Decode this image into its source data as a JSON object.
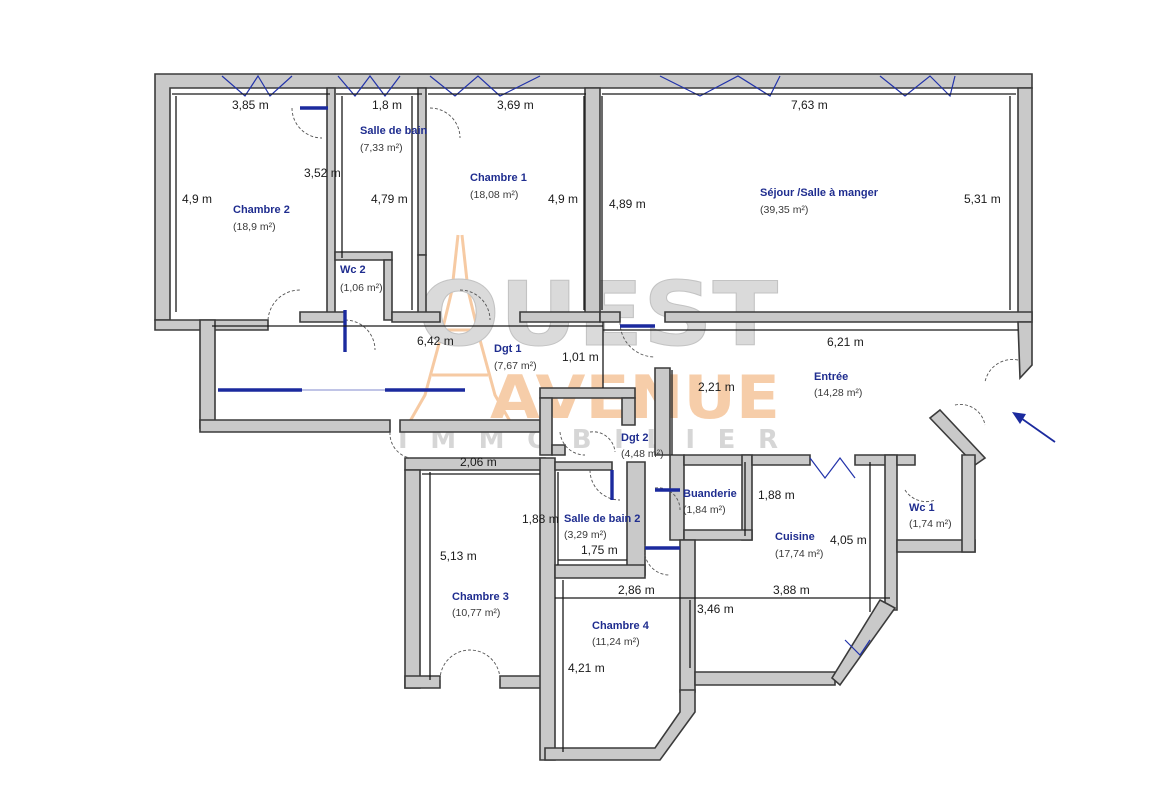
{
  "rooms": {
    "chambre2": {
      "name": "Chambre 2",
      "area": "(18,9 m²)"
    },
    "salle_de_bain": {
      "name": "Salle de bain",
      "area": "(7,33 m²)"
    },
    "chambre1": {
      "name": "Chambre 1",
      "area": "(18,08 m²)"
    },
    "sejour": {
      "name": "Séjour /Salle à manger",
      "area": "(39,35 m²)"
    },
    "wc2": {
      "name": "Wc 2",
      "area": "(1,06 m²)"
    },
    "dgt1": {
      "name": "Dgt 1",
      "area": "(7,67 m²)"
    },
    "entree": {
      "name": "Entrée",
      "area": "(14,28 m²)"
    },
    "dgt2": {
      "name": "Dgt 2",
      "area": "(4,48 m²)"
    },
    "buanderie": {
      "name": "Buanderie",
      "area": "(1,84 m²)"
    },
    "salle_de_bain2": {
      "name": "Salle de bain 2",
      "area": "(3,29 m²)"
    },
    "cuisine": {
      "name": "Cuisine",
      "area": "(17,74 m²)"
    },
    "wc1": {
      "name": "Wc 1",
      "area": "(1,74 m²)"
    },
    "chambre3": {
      "name": "Chambre 3",
      "area": "(10,77 m²)"
    },
    "chambre4": {
      "name": "Chambre 4",
      "area": "(11,24 m²)"
    }
  },
  "dimensions": {
    "d_385": "3,85 m",
    "d_18": "1,8 m",
    "d_369": "3,69 m",
    "d_763": "7,63 m",
    "d_352": "3,52 m",
    "d_49a": "4,9 m",
    "d_479": "4,79 m",
    "d_49b": "4,9 m",
    "d_489": "4,89 m",
    "d_531": "5,31 m",
    "d_642": "6,42 m",
    "d_621": "6,21 m",
    "d_101": "1,01 m",
    "d_221": "2,21 m",
    "d_206": "2,06 m",
    "d_188a": "1,88 m",
    "d_188b": "1,88 m",
    "d_405": "4,05 m",
    "d_513": "5,13 m",
    "d_175": "1,75 m",
    "d_286": "2,86 m",
    "d_346": "3,46 m",
    "d_388": "3,88 m",
    "d_421": "4,21 m"
  },
  "watermark": {
    "line1": "OUEST",
    "line2": "AVENUE",
    "line3": "IMMOBILIER"
  },
  "colors": {
    "room_label": "#1f2d8f",
    "wall_fill": "#c9c9c9",
    "wardrobe": "#1b2a9e",
    "entry_arrow": "#1b2a9e",
    "watermark_orange": "#f6b37a",
    "watermark_gray": "#bdbdbd"
  },
  "icons": {
    "entry_arrow": "arrow-icon"
  }
}
